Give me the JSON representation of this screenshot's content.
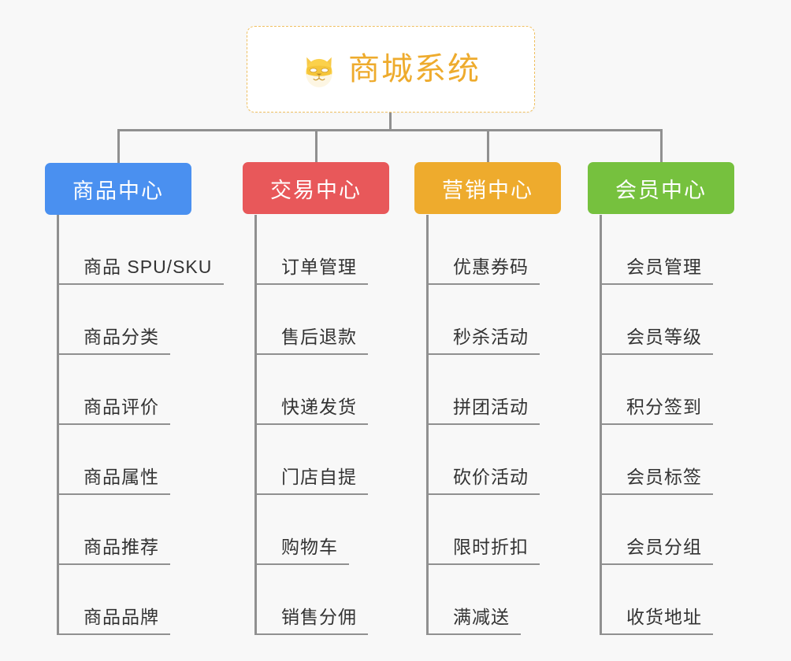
{
  "background_color": "#f8f8f8",
  "root": {
    "title": "商城系统",
    "icon": "dog-face-icon",
    "text_color": "#eeab2d",
    "border_color": "#f0c060",
    "background_color": "#ffffff"
  },
  "connector_color": "#909090",
  "branches": [
    {
      "label": "商品中心",
      "color": "#4a90f0",
      "items": [
        "商品 SPU/SKU",
        "商品分类",
        "商品评价",
        "商品属性",
        "商品推荐",
        "商品品牌"
      ]
    },
    {
      "label": "交易中心",
      "color": "#e8585a",
      "items": [
        "订单管理",
        "售后退款",
        "快递发货",
        "门店自提",
        "购物车",
        "销售分佣"
      ]
    },
    {
      "label": "营销中心",
      "color": "#eeab2d",
      "items": [
        "优惠券码",
        "秒杀活动",
        "拼团活动",
        "砍价活动",
        "限时折扣",
        "满减送"
      ]
    },
    {
      "label": "会员中心",
      "color": "#76c13e",
      "items": [
        "会员管理",
        "会员等级",
        "积分签到",
        "会员标签",
        "会员分组",
        "收货地址"
      ]
    }
  ]
}
